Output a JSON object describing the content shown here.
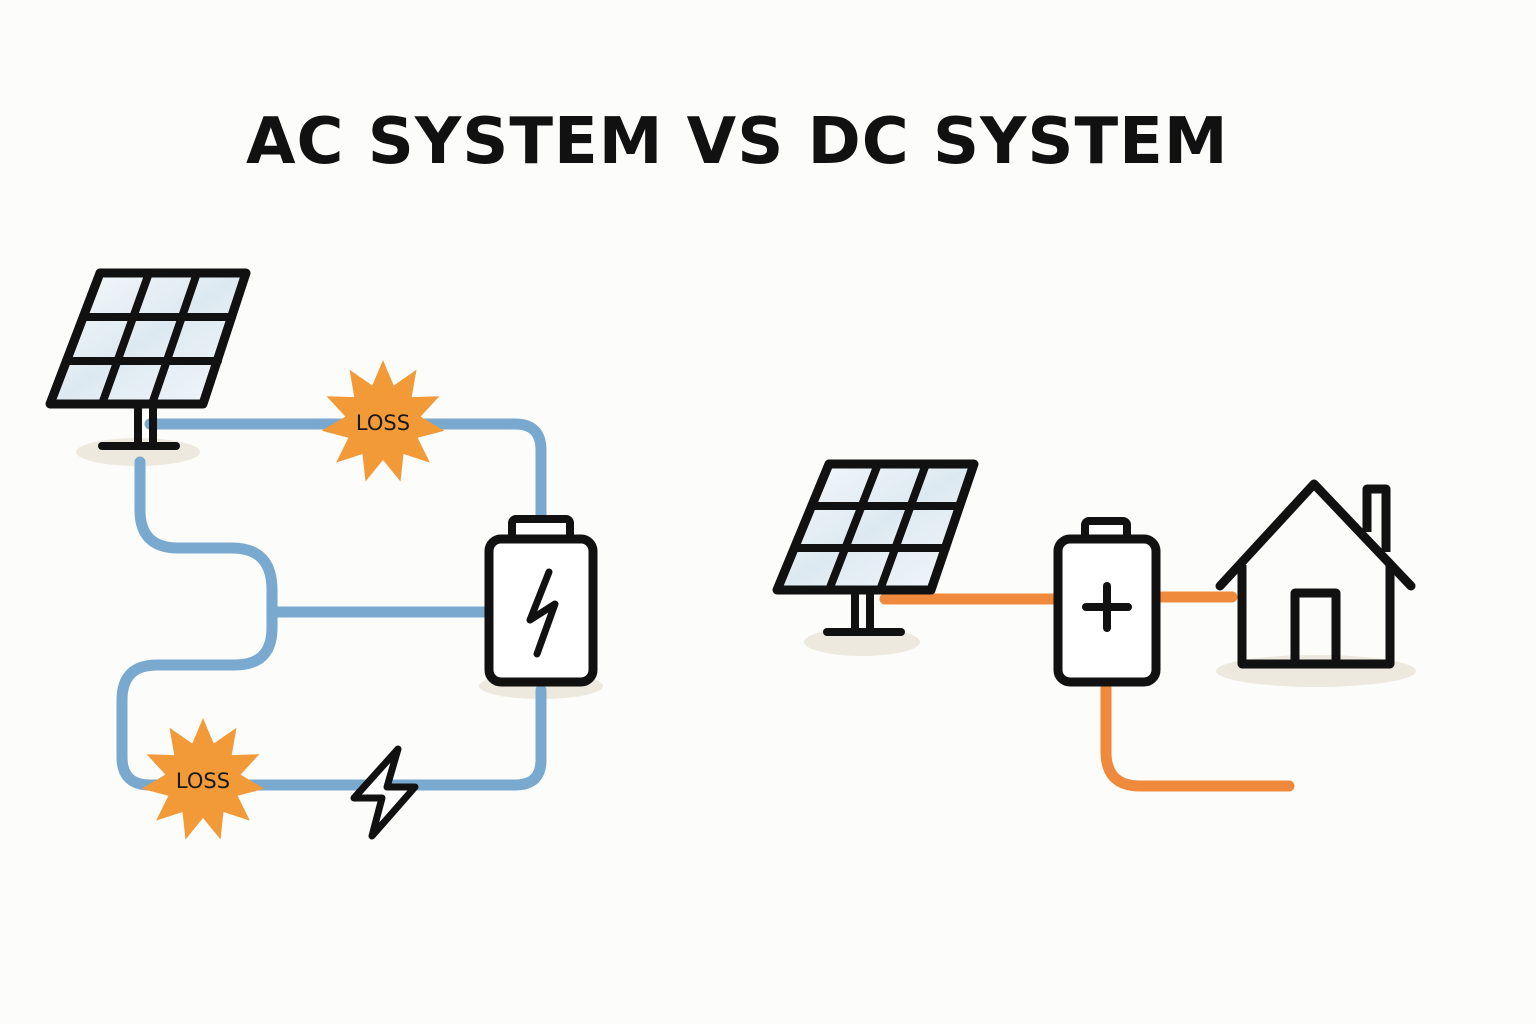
{
  "title": "AC SYSTEM VS DC SYSTEM",
  "ac_system": {
    "loss_labels": [
      "LOSS",
      "LOSS"
    ],
    "wire_color": "#7aa9cf"
  },
  "dc_system": {
    "wire_color": "#ef8a3c"
  },
  "colors": {
    "loss_burst": "#f29a38",
    "outline": "#111111",
    "ground_shadow": "#ede9df",
    "panel_glass": "#eef4f8"
  },
  "icons": [
    "solar-panel-icon",
    "battery-icon",
    "lightning-bolt-icon",
    "loss-burst-icon",
    "house-icon"
  ]
}
